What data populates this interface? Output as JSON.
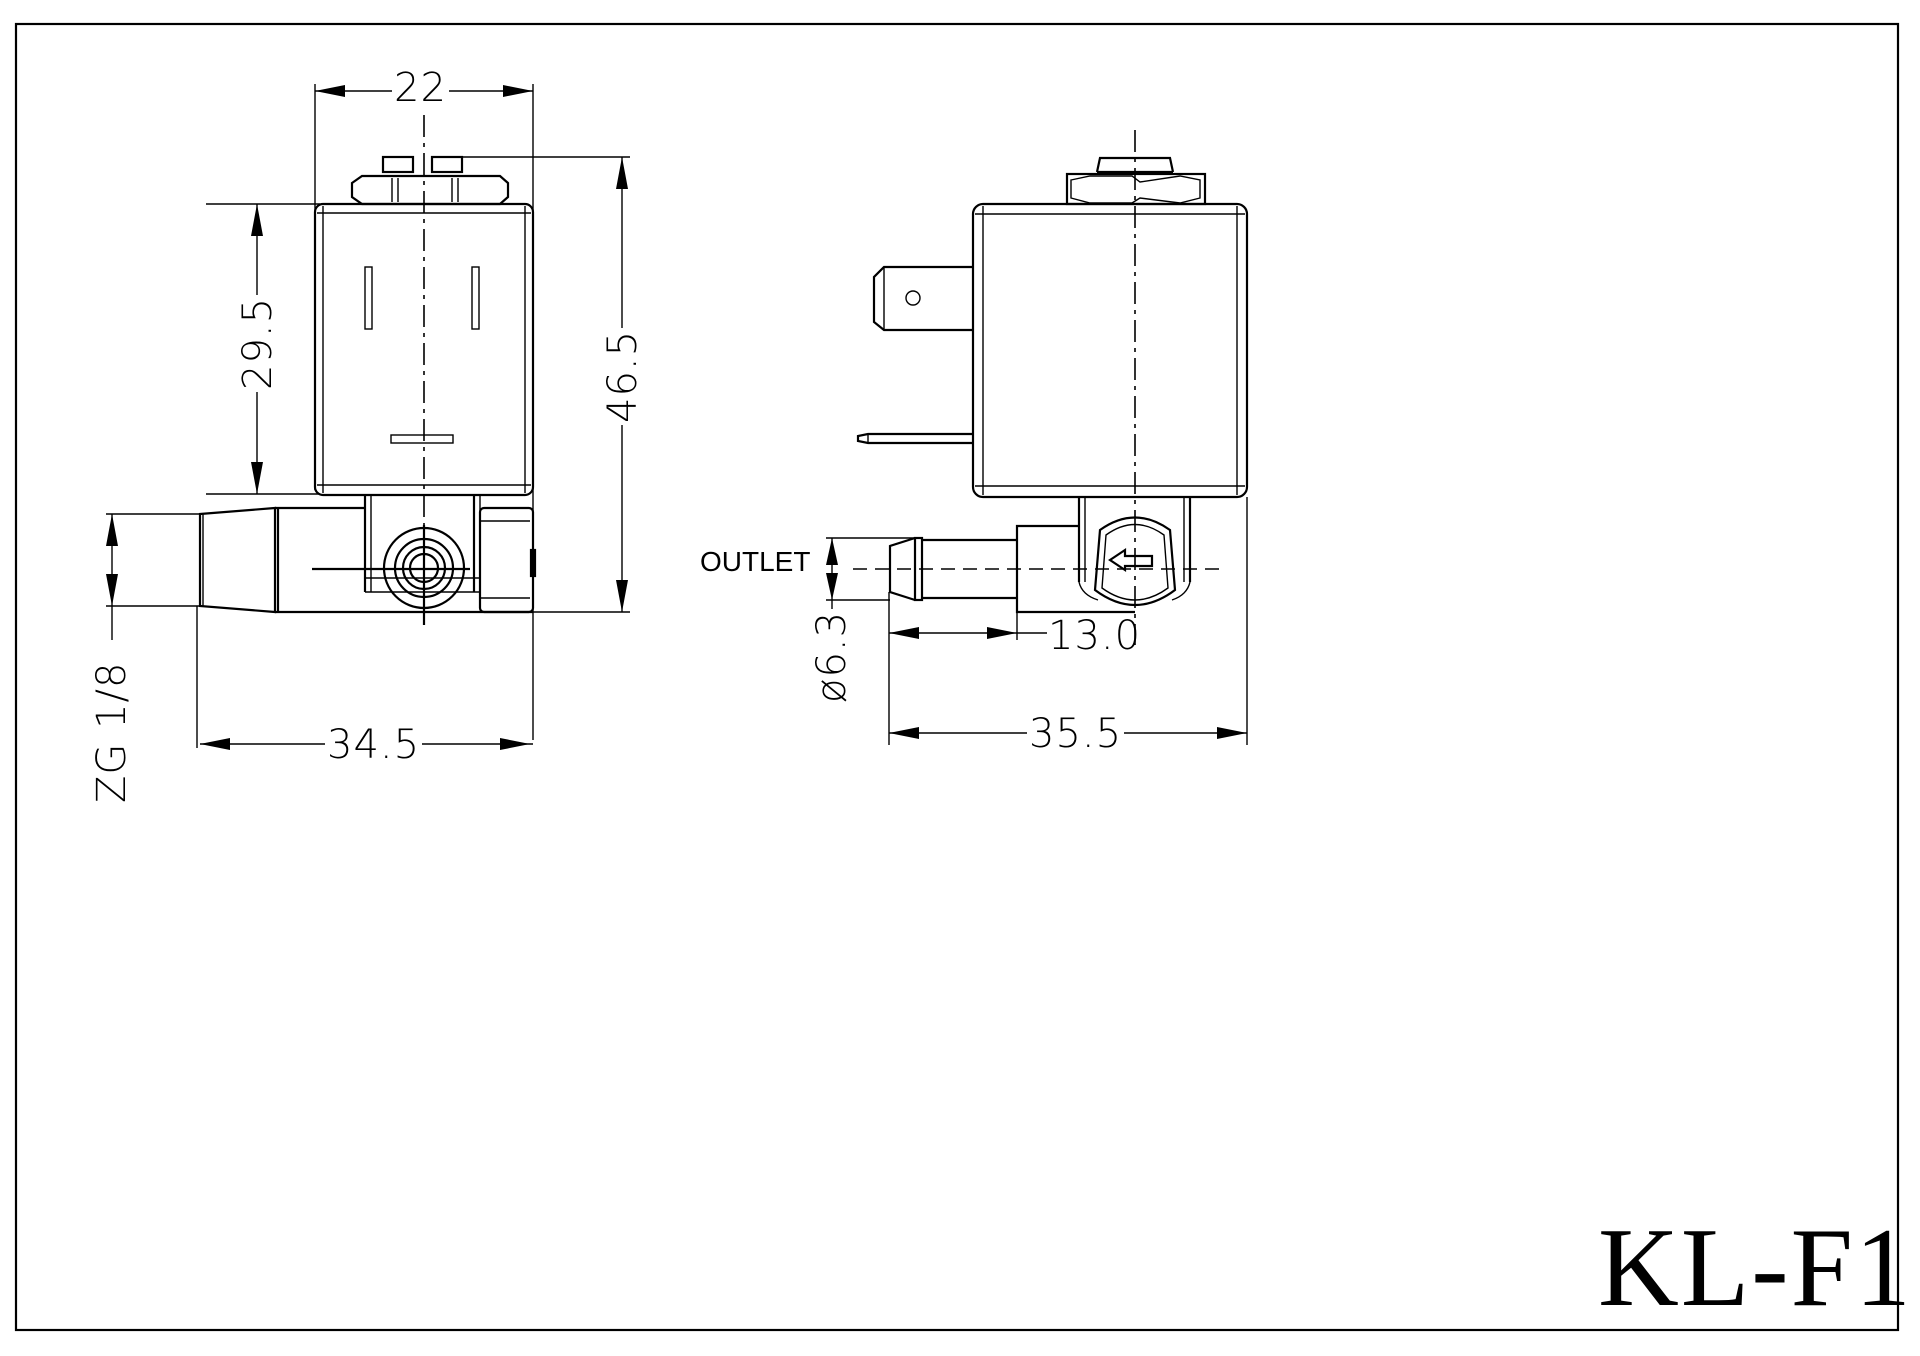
{
  "drawing": {
    "model": "KL-F1",
    "front_view": {
      "dimensions": {
        "width_top": "22",
        "coil_height": "29.5",
        "total_height": "46.5",
        "thread": "ZG 1/8",
        "total_length": "34.5"
      }
    },
    "side_view": {
      "outlet_label": "OUTLET",
      "dimensions": {
        "outlet_diameter": "ø6.3",
        "outlet_length": "13.0",
        "total_length": "35.5"
      }
    }
  }
}
